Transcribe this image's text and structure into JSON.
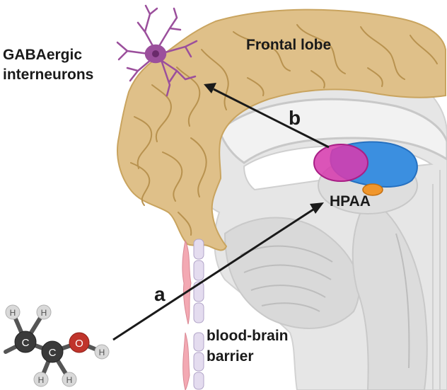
{
  "labels": {
    "frontal_lobe": "Frontal lobe",
    "gaba_line1": "GABAergic",
    "gaba_line2": "interneurons",
    "hpaa": "HPAA",
    "arrow_a": "a",
    "arrow_b": "b",
    "bbb_line1": "blood-brain",
    "bbb_line2": "barrier"
  },
  "molecule": {
    "atoms": [
      "H",
      "H",
      "H",
      "H",
      "H",
      "H",
      "C",
      "C",
      "O"
    ]
  },
  "colors": {
    "frontal_lobe": "#dfc089",
    "neuron": "#9b4f9c",
    "hpaa_pink": "#d63cae",
    "hpaa_blue": "#3b8fe0",
    "hpaa_orange": "#f0962c",
    "oxygen": "#c0342b",
    "carbon": "#3a3a3a",
    "hydrogen": "#d9d9d9",
    "barrier_cell": "#f3a9b3"
  },
  "icons": [
    "neuron-icon",
    "ethanol-molecule-icon",
    "blood-brain-barrier-icon",
    "brain-section-icon"
  ]
}
